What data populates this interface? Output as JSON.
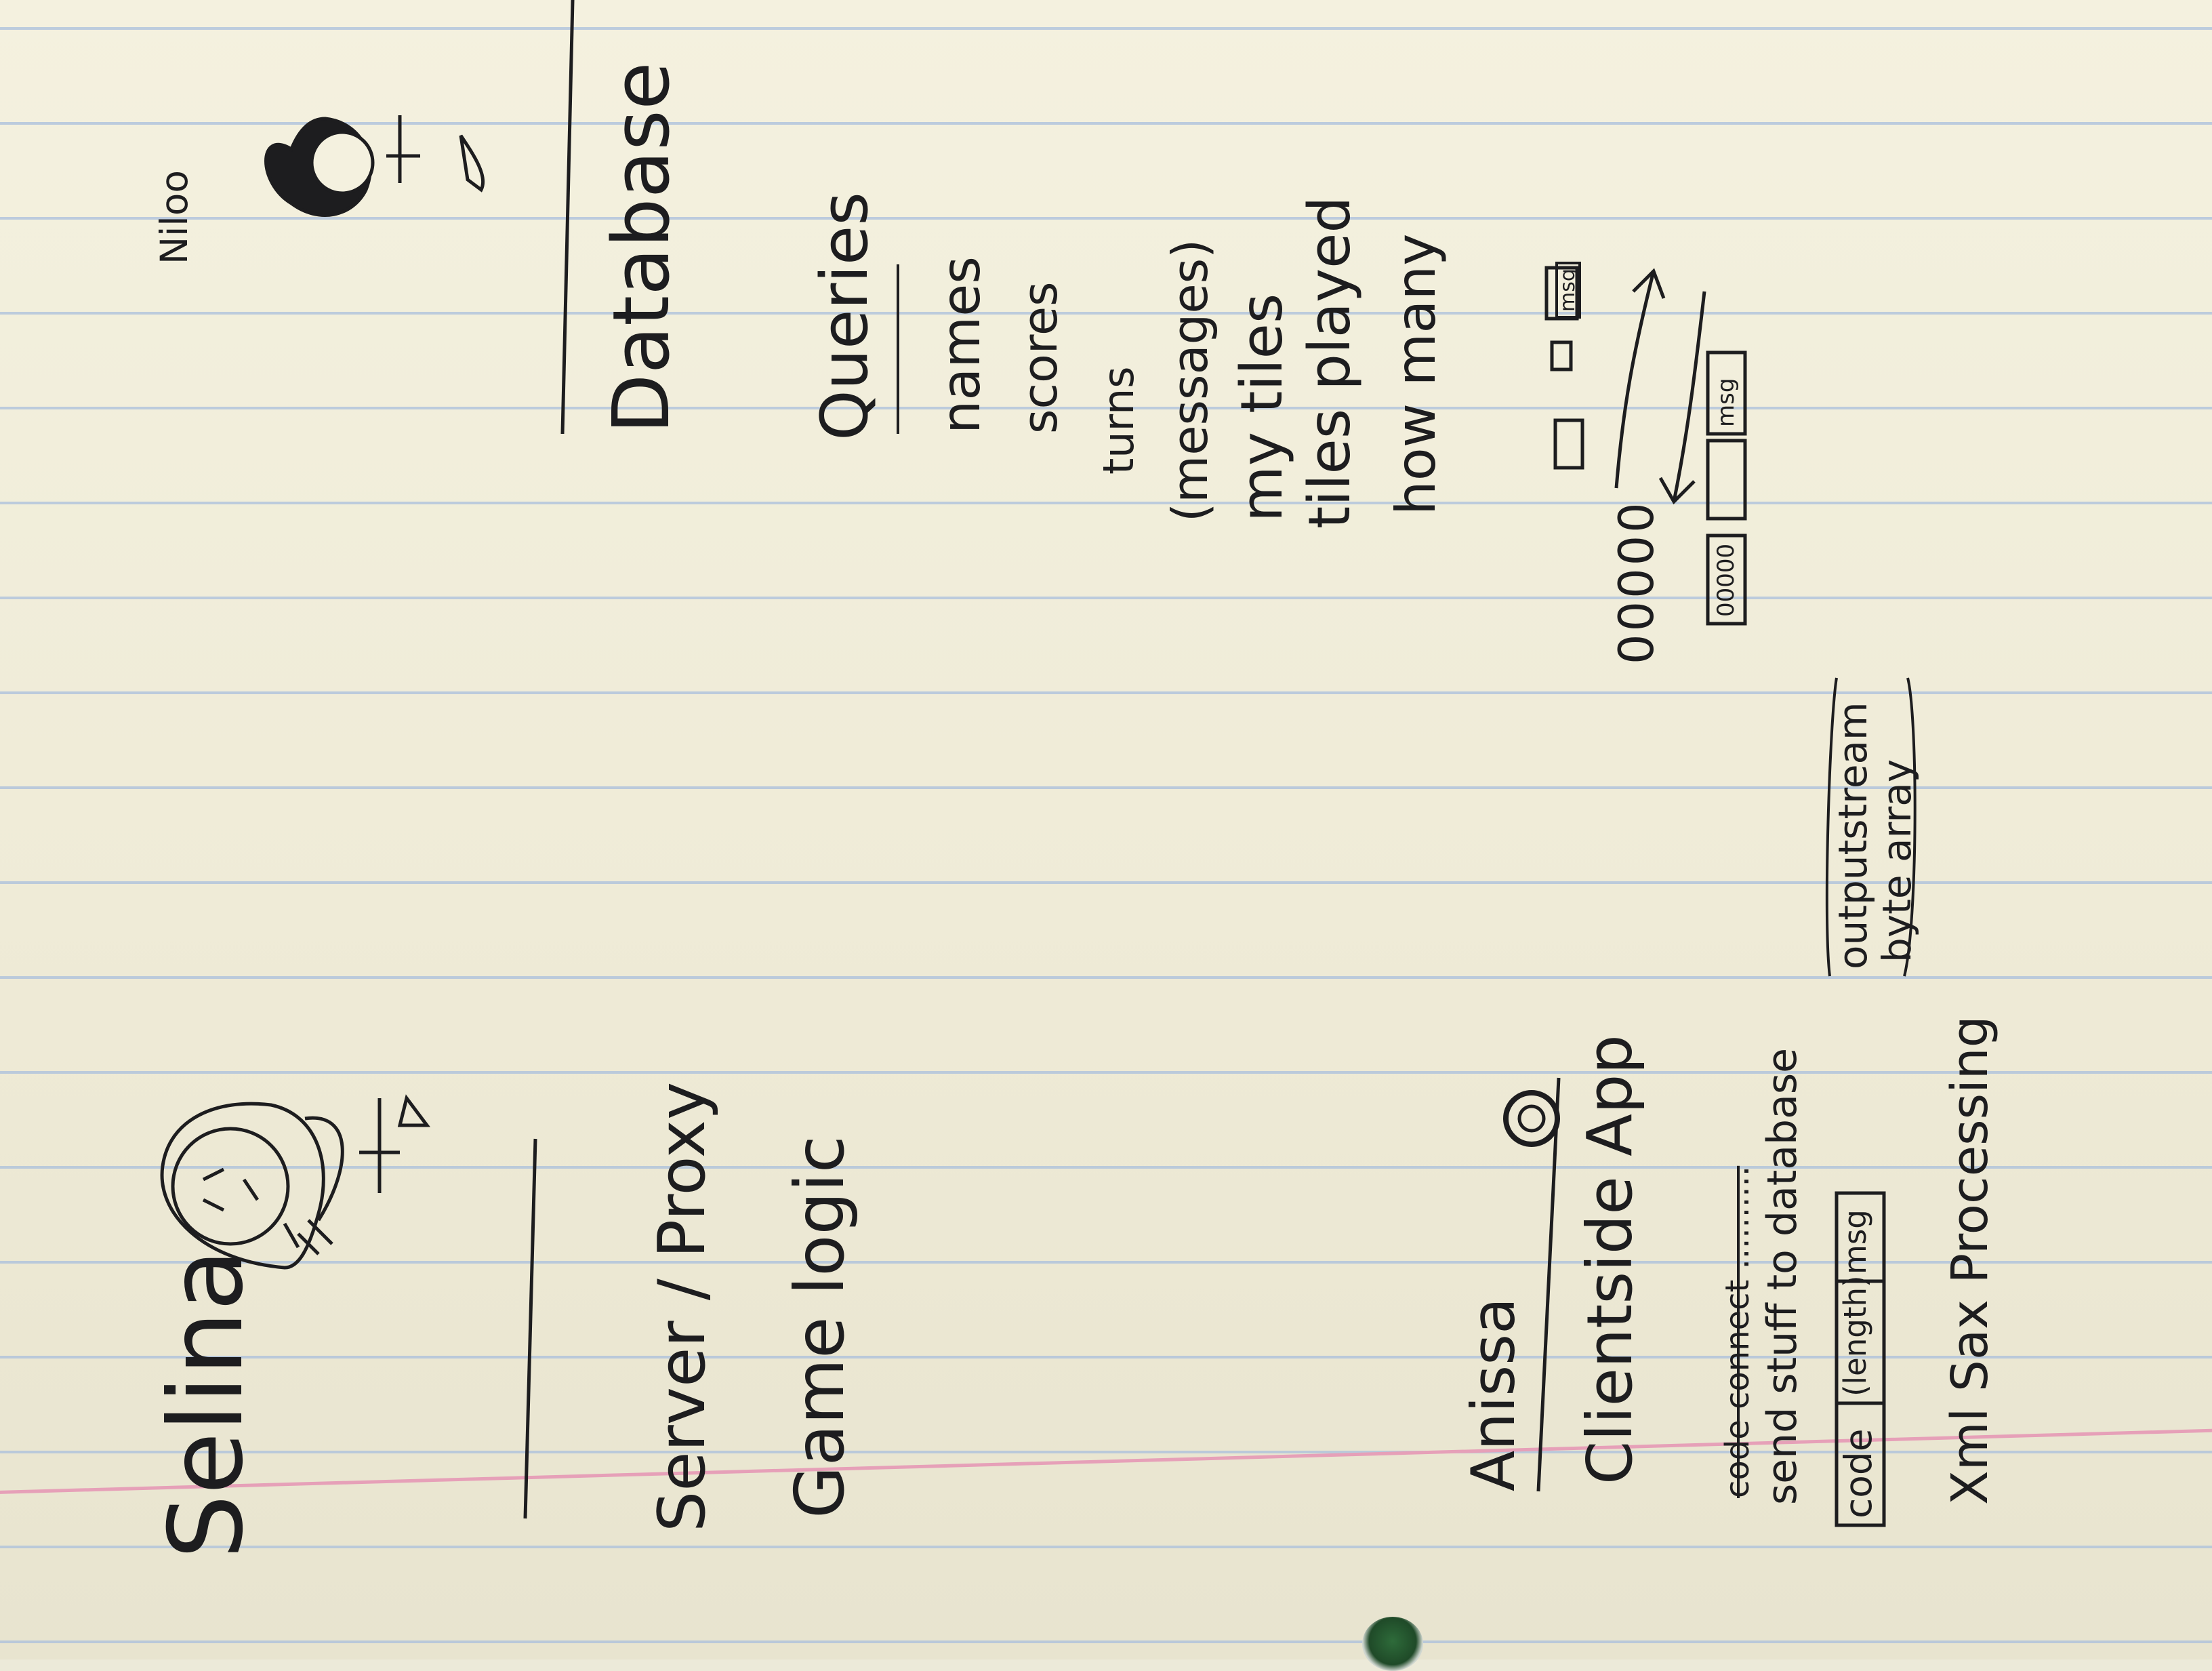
{
  "people": {
    "selina": {
      "name": "Selina",
      "tasks": [
        "Server / Proxy",
        "Game logic"
      ]
    },
    "niloo": {
      "name": "Niloo",
      "heading": "Database",
      "queries_heading": "Queries",
      "queries": [
        "names",
        "scores",
        "turns",
        "(messages)",
        "my tiles",
        "tiles played",
        "how many"
      ]
    },
    "anissa": {
      "name": "Anissa",
      "heading": "Clientside App",
      "struck_note": "code connect ..........",
      "note": "send stuff to database",
      "packet_fields": [
        "code",
        "(length)",
        "msg"
      ],
      "output_note": [
        "outputstream",
        "byte array"
      ],
      "xml_note": "Xml Sax Processing"
    }
  },
  "diagram": {
    "bits_label": "00000",
    "bits_label_small": "00000",
    "msg_label": "msg"
  }
}
